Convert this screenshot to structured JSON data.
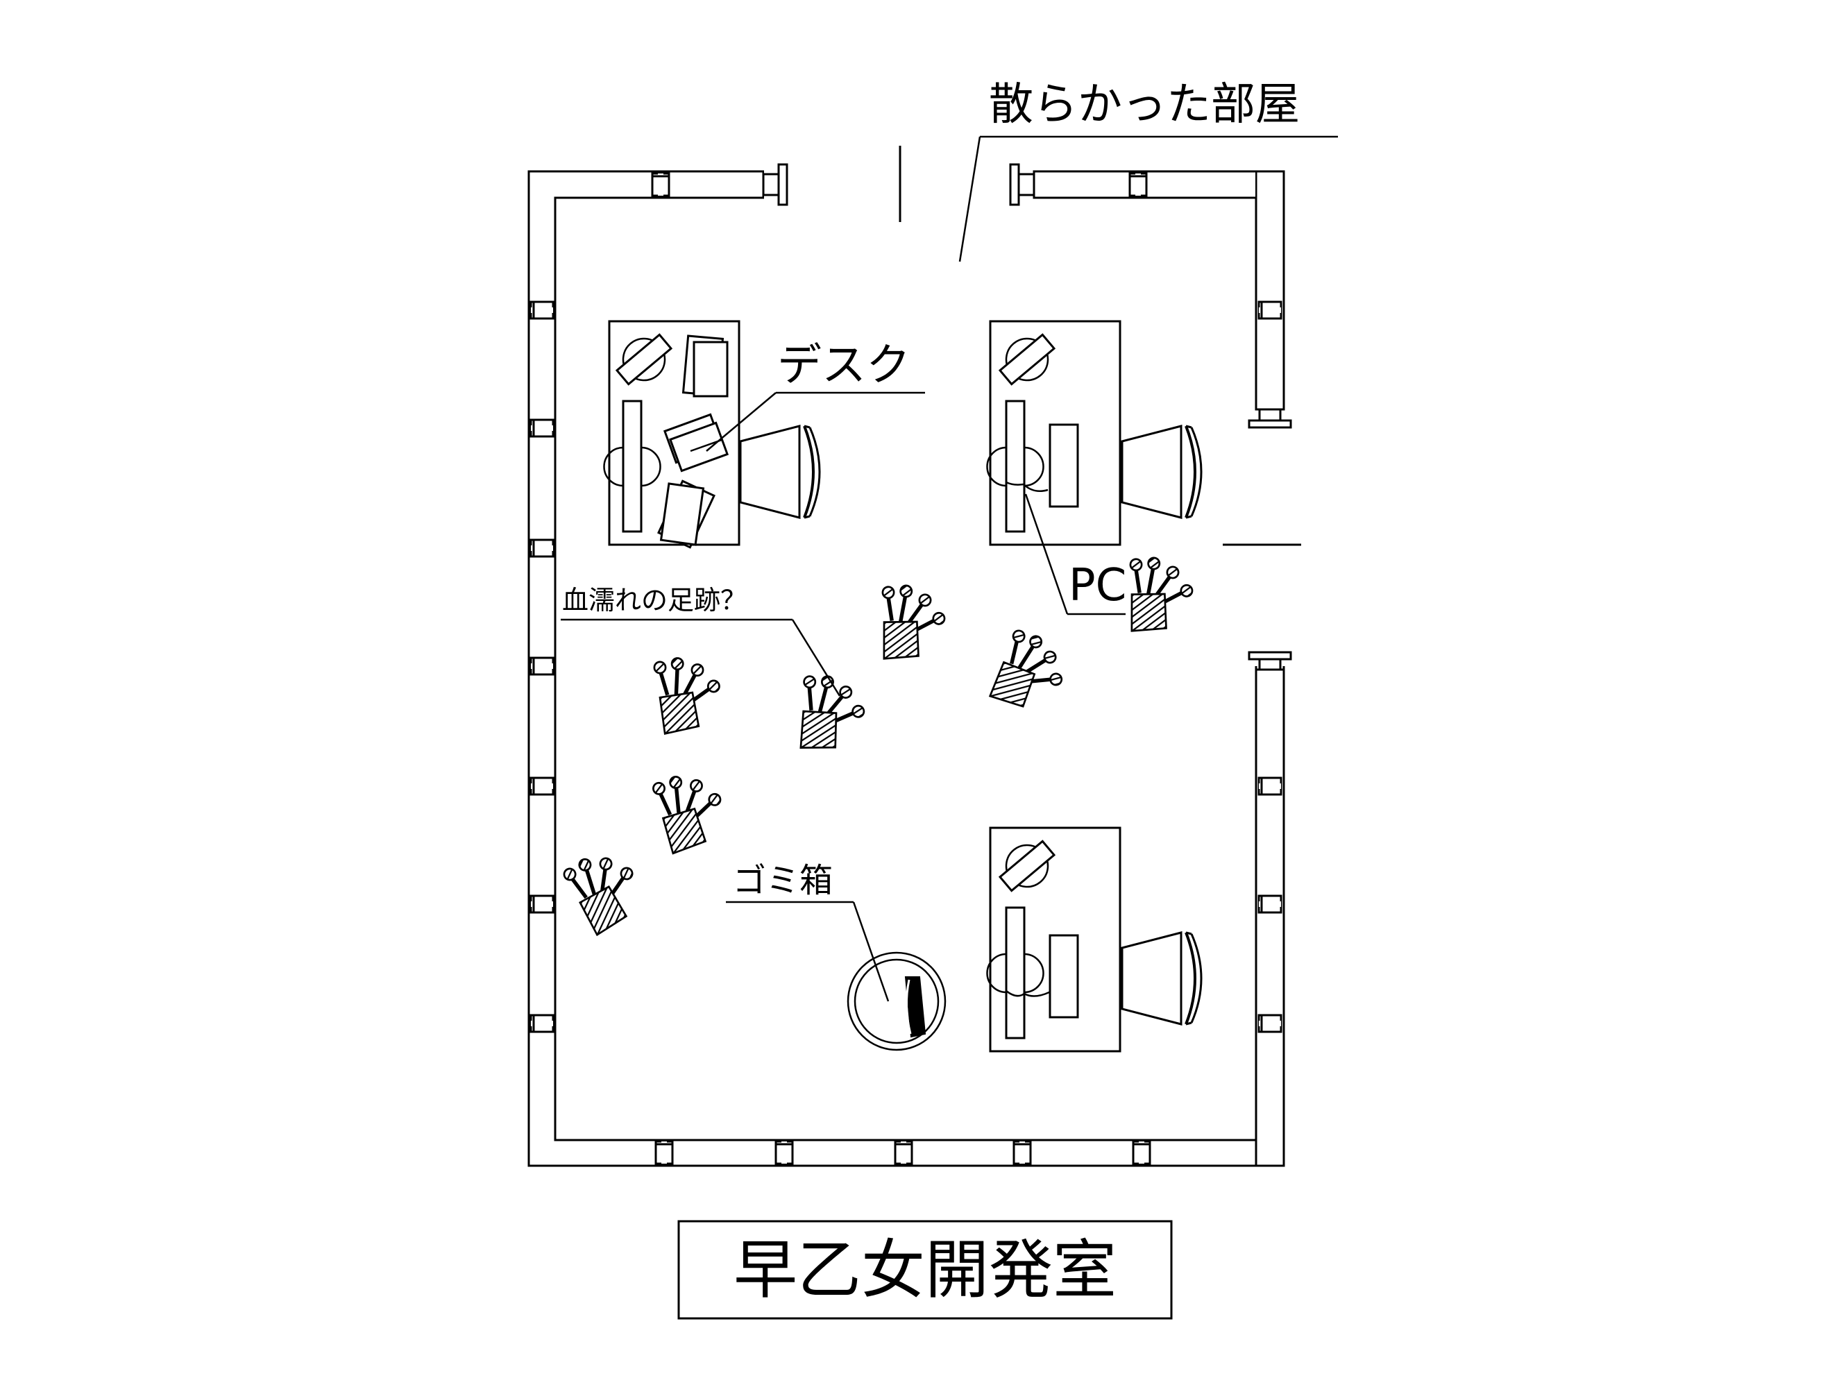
{
  "labels": {
    "room_state": "散らかった部屋",
    "desk": "デスク",
    "pc": "PC",
    "footprints": "血濡れの足跡？",
    "trash": "ゴミ箱",
    "room_name": "早乙女開発室"
  },
  "colors": {
    "ink": "#000000",
    "paper": "#ffffff"
  },
  "icons": [
    "footprint-icon",
    "chair-icon",
    "trash-bin-icon",
    "monitor-icon",
    "paper-icon",
    "door-icon"
  ]
}
